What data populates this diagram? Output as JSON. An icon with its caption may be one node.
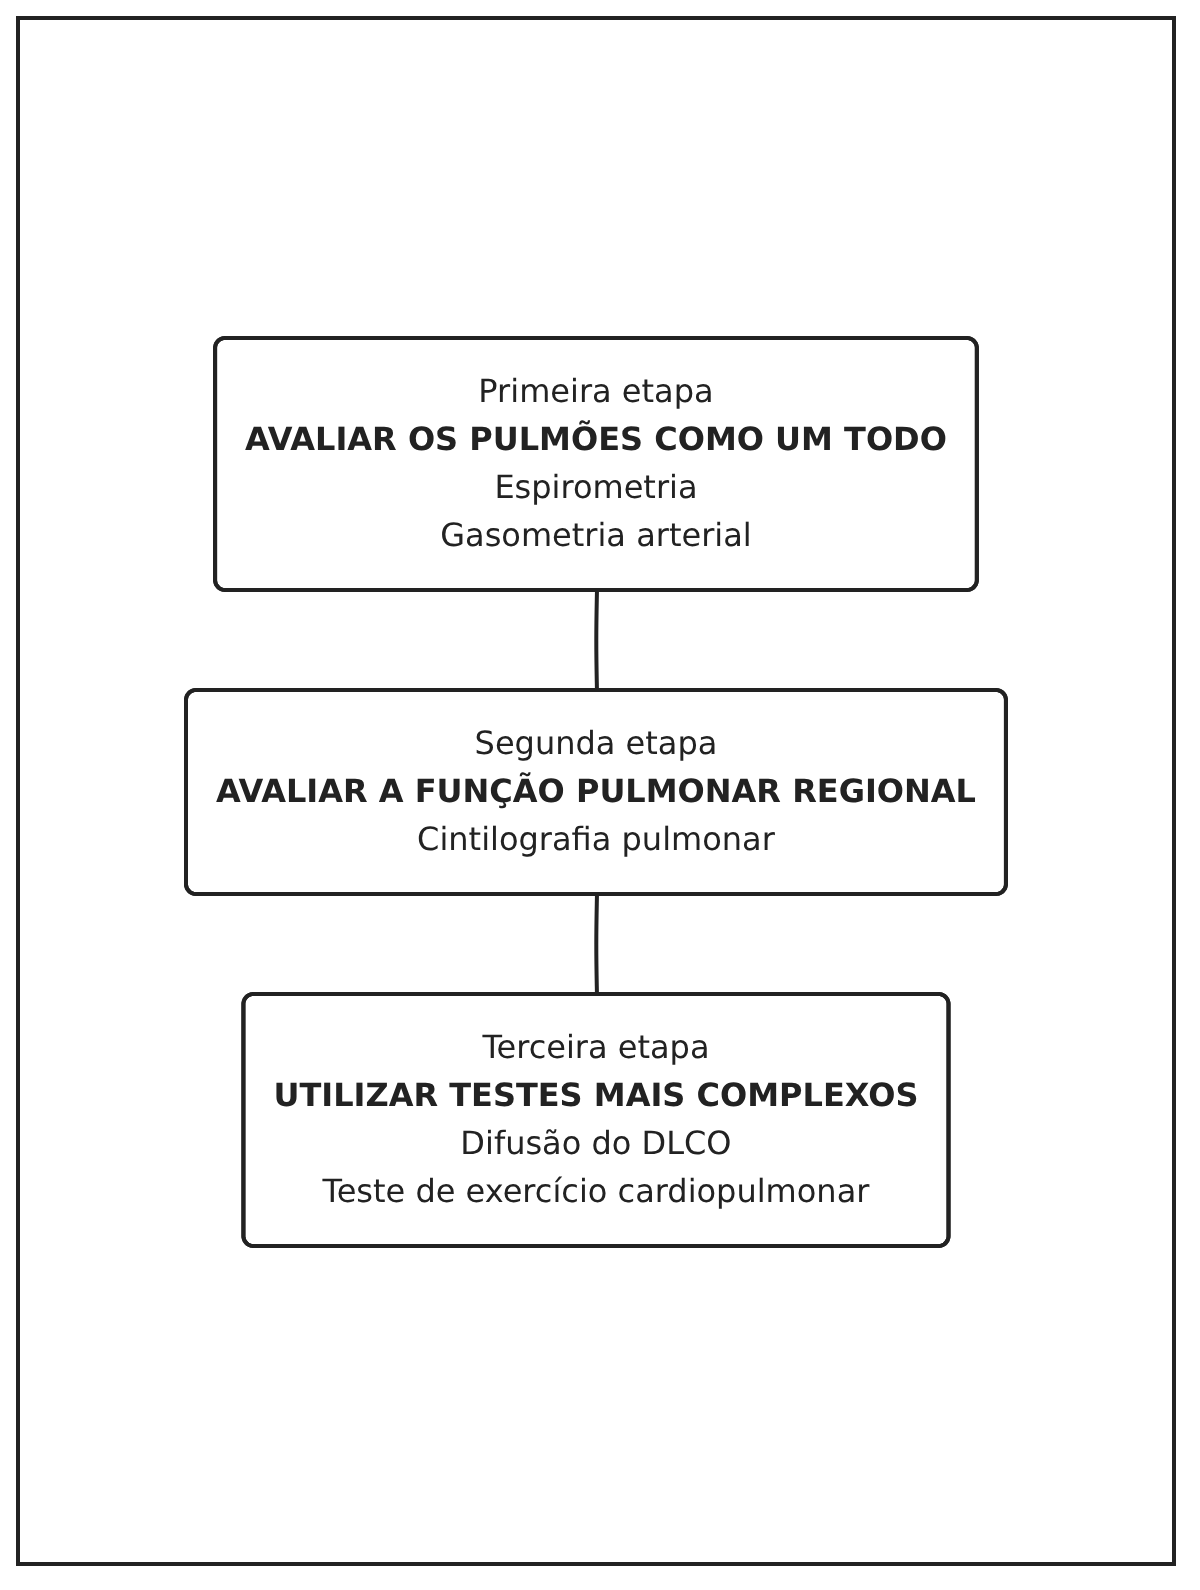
{
  "diagram": {
    "nodes": [
      {
        "text": [
          "Primeira etapa",
          "AVALIAR OS PULMÕES COMO UM TODO",
          "Espirometria",
          "Gasometria arterial"
        ]
      },
      {
        "text": [
          "Segunda etapa",
          "AVALIAR A FUNÇÃO PULMONAR REGIONAL",
          "Cintilografia pulmonar"
        ]
      },
      {
        "text": [
          "Terceira etapa",
          "UTILIZAR TESTES MAIS COMPLEXOS",
          "Difusão do DLCO",
          "Teste de exercício cardiopulmonar"
        ]
      }
    ],
    "edges": [
      {
        "from": 0,
        "to": 1,
        "arrow": "none"
      },
      {
        "from": 1,
        "to": 2,
        "arrow": "none"
      }
    ]
  }
}
